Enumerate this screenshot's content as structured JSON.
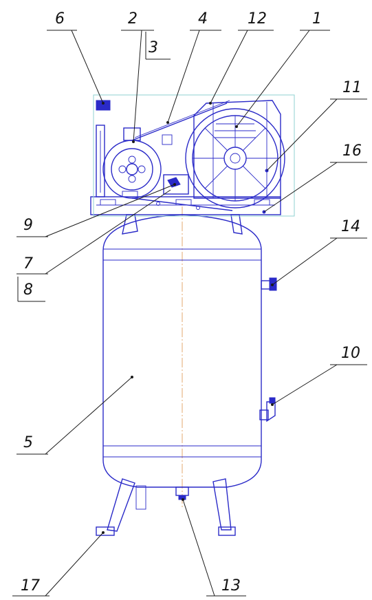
{
  "callouts": [
    {
      "id": "6",
      "label": "6"
    },
    {
      "id": "2",
      "label": "2"
    },
    {
      "id": "3",
      "label": "3"
    },
    {
      "id": "4",
      "label": "4"
    },
    {
      "id": "12",
      "label": "12"
    },
    {
      "id": "1",
      "label": "1"
    },
    {
      "id": "11",
      "label": "11"
    },
    {
      "id": "16",
      "label": "16"
    },
    {
      "id": "9",
      "label": "9"
    },
    {
      "id": "7",
      "label": "7"
    },
    {
      "id": "8",
      "label": "8"
    },
    {
      "id": "14",
      "label": "14"
    },
    {
      "id": "10",
      "label": "10"
    },
    {
      "id": "5",
      "label": "5"
    },
    {
      "id": "17",
      "label": "17"
    },
    {
      "id": "13",
      "label": "13"
    }
  ],
  "colors": {
    "outline": "#2a2ac8",
    "leader": "#1a1a1a",
    "centerline": "#e0a060",
    "frame": "#8fd0d0"
  }
}
